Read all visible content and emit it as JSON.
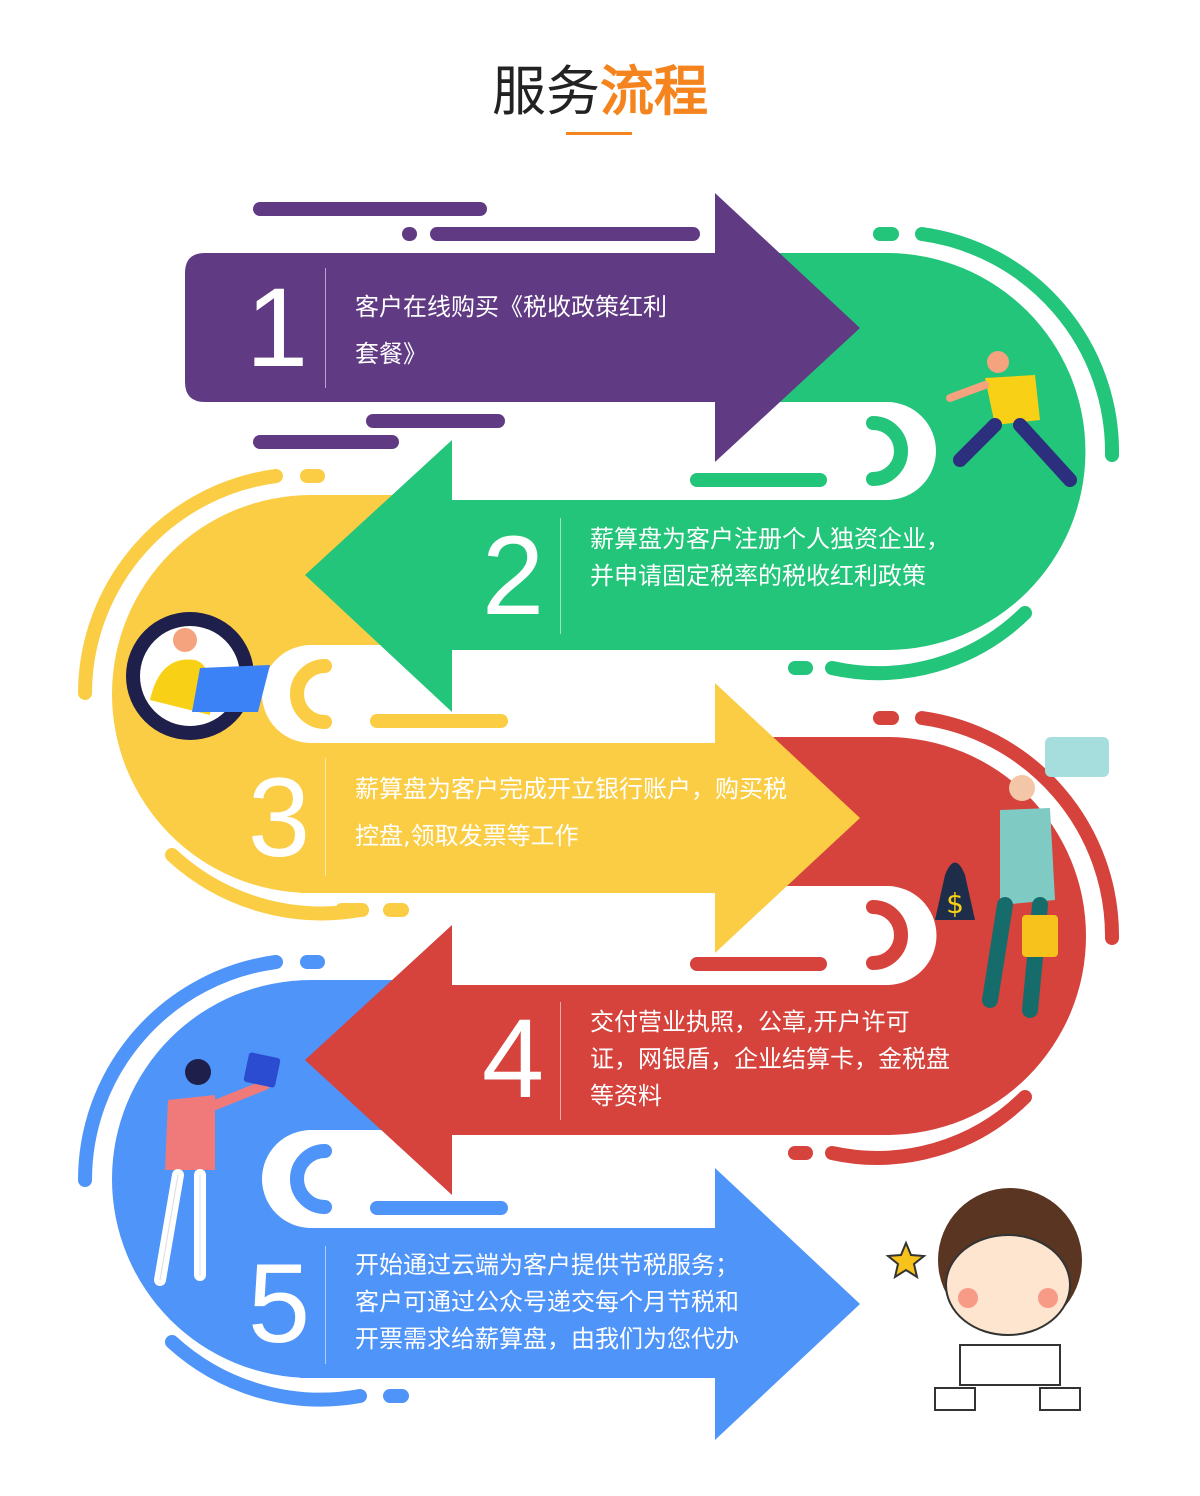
{
  "title": {
    "part1": "服务",
    "part2": "流程"
  },
  "colors": {
    "purple": "#613a84",
    "green": "#22c57a",
    "yellow": "#fbcd45",
    "red": "#d6423c",
    "blue": "#4f94f8",
    "accent": "#f5841f"
  },
  "steps": [
    {
      "number": "1",
      "text": "客户在线购买《税收政策红利套餐》"
    },
    {
      "number": "2",
      "text": "薪算盘为客户注册个人独资企业，并申请固定税率的税收红利政策"
    },
    {
      "number": "3",
      "text": "薪算盘为客户完成开立银行账户，购买税控盘,领取发票等工作"
    },
    {
      "number": "4",
      "text": "交付营业执照，公章,开户许可证，网银盾，企业结算卡，金税盘等资料"
    },
    {
      "number": "5",
      "text": "开始通过云端为客户提供节税服务；客户可通过公众号递交每个月节税和开票需求给薪算盘，由我们为您代办"
    }
  ],
  "illustrations": {
    "dollar_sign": "$"
  }
}
